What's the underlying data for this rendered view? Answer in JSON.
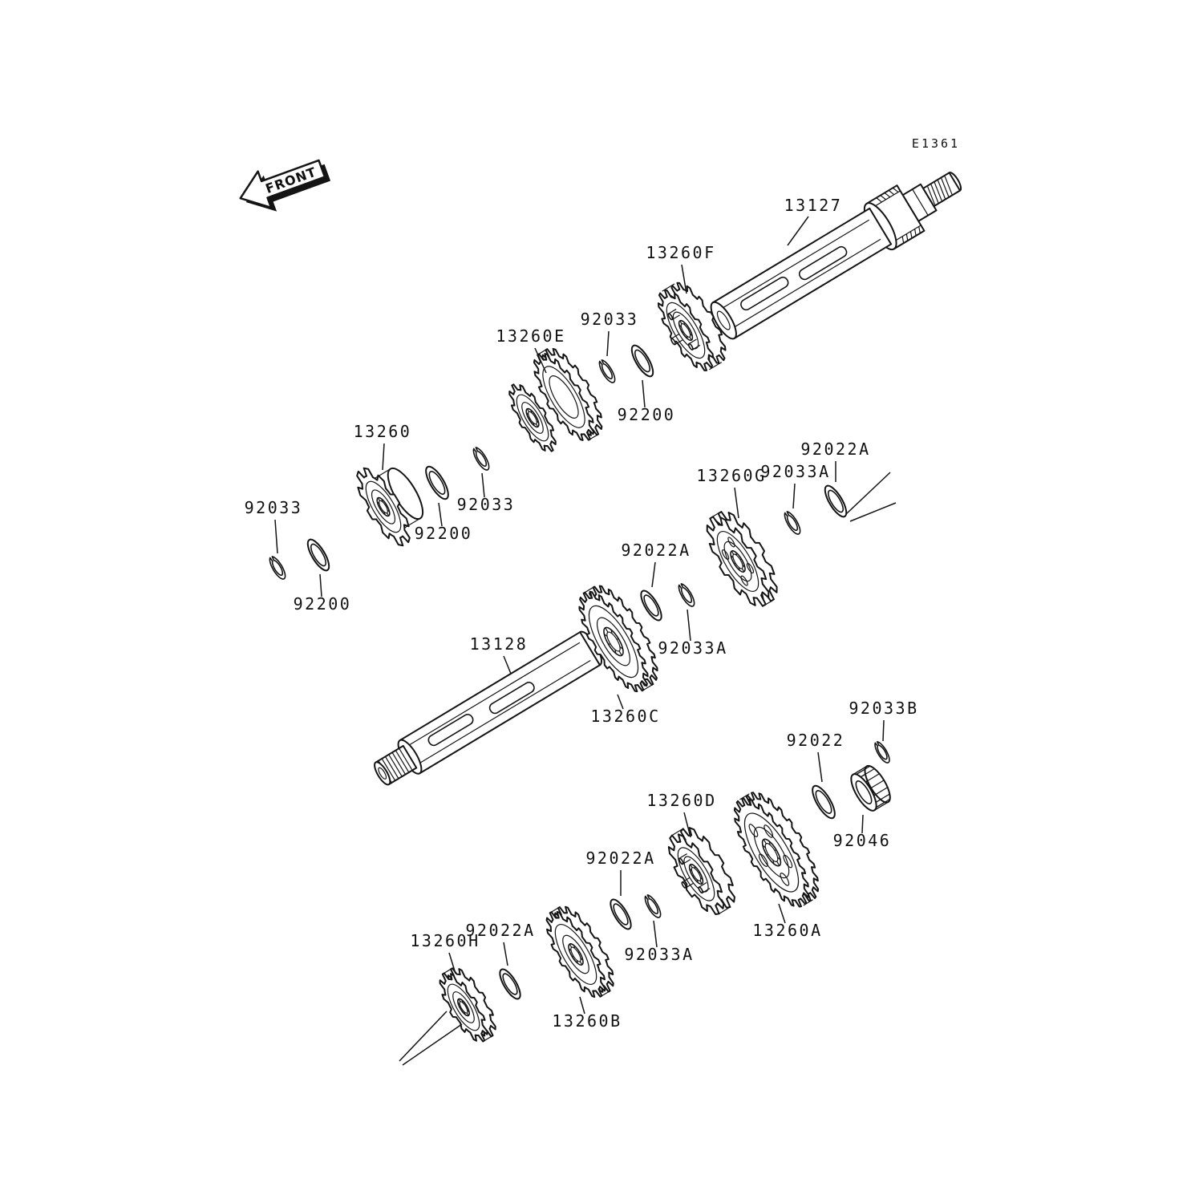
{
  "diagram": {
    "code": "E1361",
    "front_label": "FRONT"
  },
  "colors": {
    "ink": "#141414",
    "paper": "#ffffff"
  },
  "labels": [
    {
      "id": "13127",
      "text": "13127"
    },
    {
      "id": "13260F",
      "text": "13260F"
    },
    {
      "id": "92033-top",
      "text": "92033"
    },
    {
      "id": "13260E",
      "text": "13260E"
    },
    {
      "id": "92200-top",
      "text": "92200"
    },
    {
      "id": "13260",
      "text": "13260"
    },
    {
      "id": "92022A-upper",
      "text": "92022A"
    },
    {
      "id": "13260G",
      "text": "13260G"
    },
    {
      "id": "92033A-upper",
      "text": "92033A"
    },
    {
      "id": "92033-mid",
      "text": "92033"
    },
    {
      "id": "92200-mid",
      "text": "92200"
    },
    {
      "id": "92033-left",
      "text": "92033"
    },
    {
      "id": "92022A-mid",
      "text": "92022A"
    },
    {
      "id": "92200-left",
      "text": "92200"
    },
    {
      "id": "13128",
      "text": "13128"
    },
    {
      "id": "92033A-mid",
      "text": "92033A"
    },
    {
      "id": "13260C",
      "text": "13260C"
    },
    {
      "id": "92033B",
      "text": "92033B"
    },
    {
      "id": "92022",
      "text": "92022"
    },
    {
      "id": "13260D",
      "text": "13260D"
    },
    {
      "id": "92046",
      "text": "92046"
    },
    {
      "id": "92022A-bottom-mid",
      "text": "92022A"
    },
    {
      "id": "13260A",
      "text": "13260A"
    },
    {
      "id": "92022A-bottom-left",
      "text": "92022A"
    },
    {
      "id": "13260H",
      "text": "13260H"
    },
    {
      "id": "92033A-bottom",
      "text": "92033A"
    },
    {
      "id": "13260B",
      "text": "13260B"
    }
  ]
}
